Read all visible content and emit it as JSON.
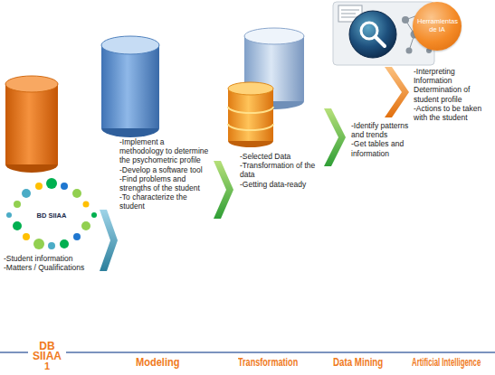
{
  "diagram": {
    "nodes": [
      {
        "text": [
          "Herramientas de IA"
        ]
      }
    ],
    "labels": [
      "BD SIIAA",
      "-Student information",
      "-Matters / Qualifications",
      "-Implement a methodology to determine the psychometric profile",
      "-Develop a software tool",
      "-Find problems and strengths of the student",
      "-To characterize the student",
      "-Selected Data",
      "-Transformation of the data",
      "-Getting data-ready",
      "-Identify patterns and trends",
      "-Get tables and information",
      "-Interpreting Information Determination of student profile",
      "-Actions to be taken with the student",
      "DB SIIAA",
      "1",
      "Modeling",
      "Transformation",
      "Data Mining",
      "Artificial Intelligence"
    ]
  }
}
